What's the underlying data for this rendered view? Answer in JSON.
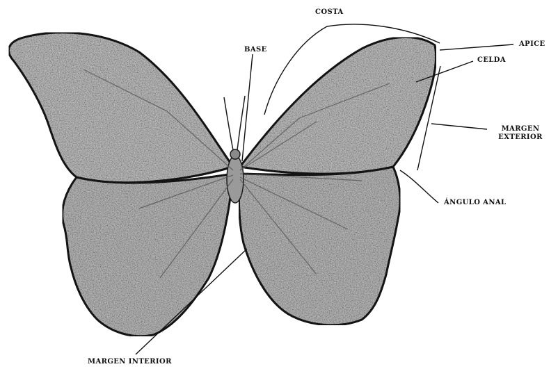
{
  "labels": {
    "costa": "COSTA",
    "apice": "APICE",
    "celda": "CELDA",
    "base": "BASE",
    "margen_exterior_line1": "MARGEN",
    "margen_exterior_line2": "EXTERIOR",
    "angulo_anal": "ÁNGULO ANAL",
    "margen_interior": "MARGEN INTERIOR"
  },
  "colors": {
    "wing_fill": "#bdbdbd",
    "outline": "#1a1a1a",
    "leader_line": "#111111"
  }
}
